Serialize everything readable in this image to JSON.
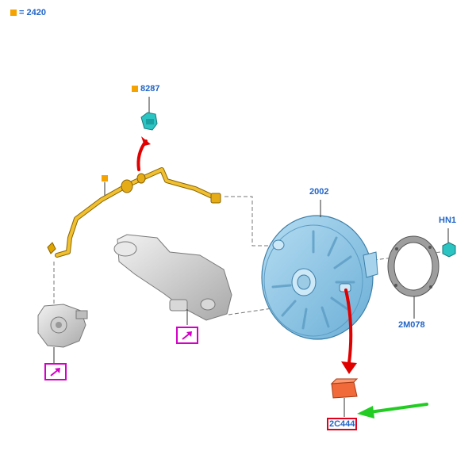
{
  "legend": {
    "text": "= 2420",
    "swatch_color": "#f4a300"
  },
  "labels": {
    "cap_part": "8287",
    "booster_part": "2002",
    "nut_part": "HN1",
    "gasket_part": "2M078",
    "highlighted_part": "2C444"
  },
  "colors": {
    "label_text": "#1f64c8",
    "highlight_frame": "#e0001b",
    "link_frame": "#d400c8",
    "callout_arrow_red": "#e00000",
    "callout_arrow_green": "#22cc22",
    "tube_yellow": "#e0a400",
    "booster_blue": "#8fc6e6"
  },
  "icons": [
    "arrow-link-icon",
    "arrow-link-icon"
  ]
}
